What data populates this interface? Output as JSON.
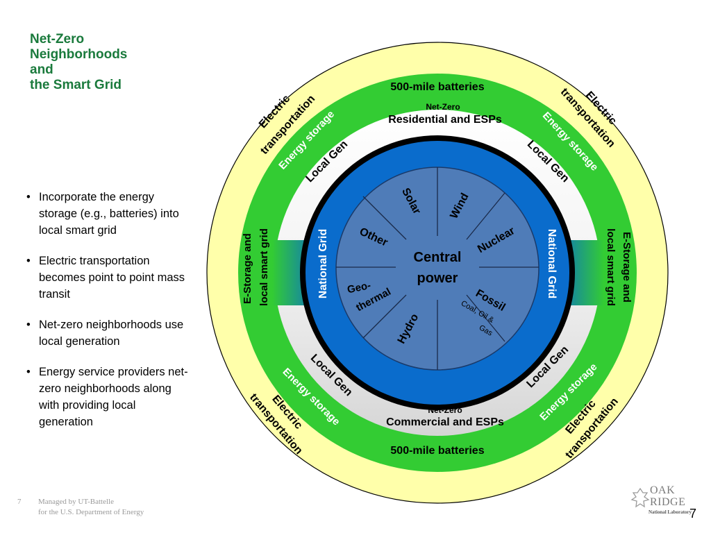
{
  "title": {
    "line1": "Net-Zero",
    "line2": "Neighborhoods",
    "line3": "and",
    "line4": "the Smart Grid"
  },
  "bullets": [
    "Incorporate the energy storage (e.g., batteries) into local smart grid",
    "Electric transportation becomes point to point mass transit",
    "Net-zero neighborhoods use local generation",
    "Energy service providers net-zero neighborhoods along with providing local generation"
  ],
  "footer": {
    "page": "7",
    "line1": "Managed by UT-Battelle",
    "line2": "for the U.S. Department of Energy"
  },
  "slide_number": "7",
  "logo": {
    "word1": "OAK",
    "word2": "RIDGE",
    "subtitle": "National Laboratory"
  },
  "diagram": {
    "outer_ring": {
      "electric": "Electric",
      "transportation": "transportation"
    },
    "green_ring": {
      "batteries_top": "500-mile batteries",
      "batteries_bottom": "500-mile batteries",
      "energy_storage": "Energy storage",
      "estorage_line1": "E-Storage and",
      "estorage_line2": "local smart grid"
    },
    "white_ring": {
      "netzero_top": "Net-Zero",
      "residential": "Residential and ESPs",
      "netzero_bottom": "Net-Zero",
      "commercial": "Commercial and ESPs",
      "local_gen": "Local Gen"
    },
    "national_grid": "National Grid",
    "center": {
      "line1": "Central",
      "line2": "power"
    },
    "sectors": {
      "solar": "Solar",
      "wind": "Wind",
      "nuclear": "Nuclear",
      "fossil": "Fossil",
      "fossil_sub1": "Coal, Oil &",
      "fossil_sub2": "Gas",
      "hydro": "Hydro",
      "geo1": "Geo-",
      "geo2": "thermal",
      "other": "Other"
    },
    "colors": {
      "outer": "#ffffaa",
      "green": "#33cc33",
      "white_top": "#ffffff",
      "white_bottom": "#dddddd",
      "blue": "#0a6ccc",
      "center": "#4f7cb8",
      "title_green": "#1a7a3c"
    }
  }
}
